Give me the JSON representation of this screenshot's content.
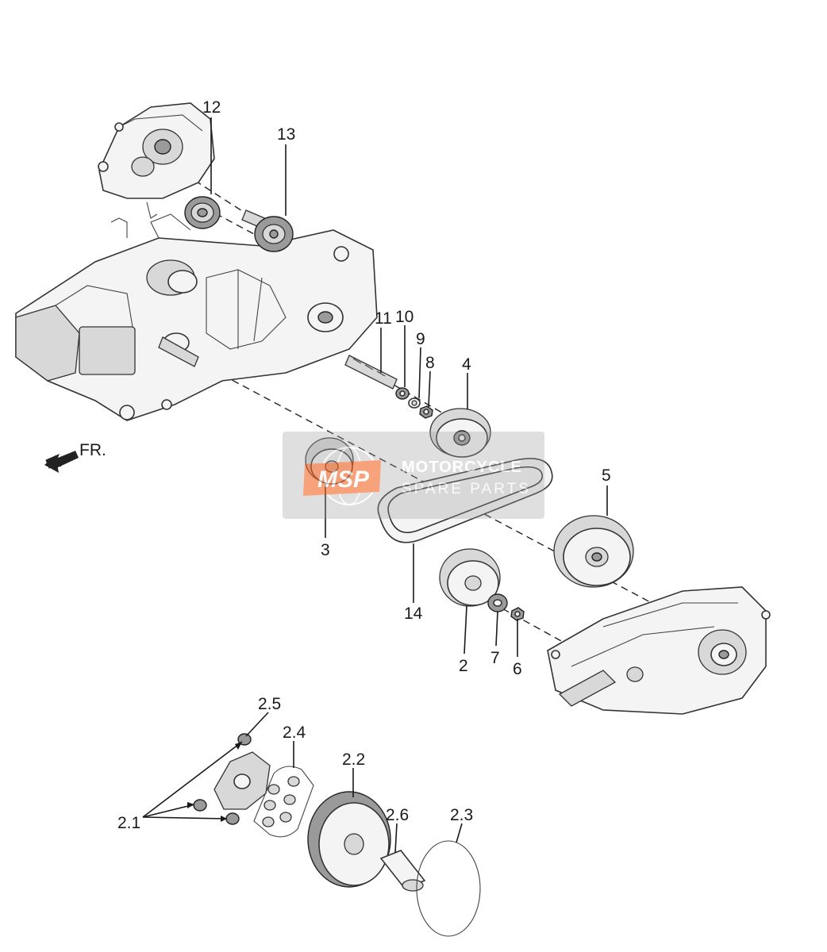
{
  "direction_label": "FR.",
  "watermark": {
    "logo_text": "MSP",
    "line1": "MOTORCYCLE",
    "line2": "SPARE PARTS",
    "accent_color": "#f26522",
    "panel_color": "#9e9e9e"
  },
  "callouts": {
    "c12": "12",
    "c13": "13",
    "c11": "11",
    "c10": "10",
    "c9": "9",
    "c8": "8",
    "c4": "4",
    "c3": "3",
    "c5": "5",
    "c14": "14",
    "c2": "2",
    "c7": "7",
    "c6": "6",
    "c2_5": "2.5",
    "c2_4": "2.4",
    "c2_2": "2.2",
    "c2_6": "2.6",
    "c2_3": "2.3",
    "c2_1": "2.1"
  },
  "icons": {
    "direction_arrow": "arrow-left-down-icon"
  }
}
